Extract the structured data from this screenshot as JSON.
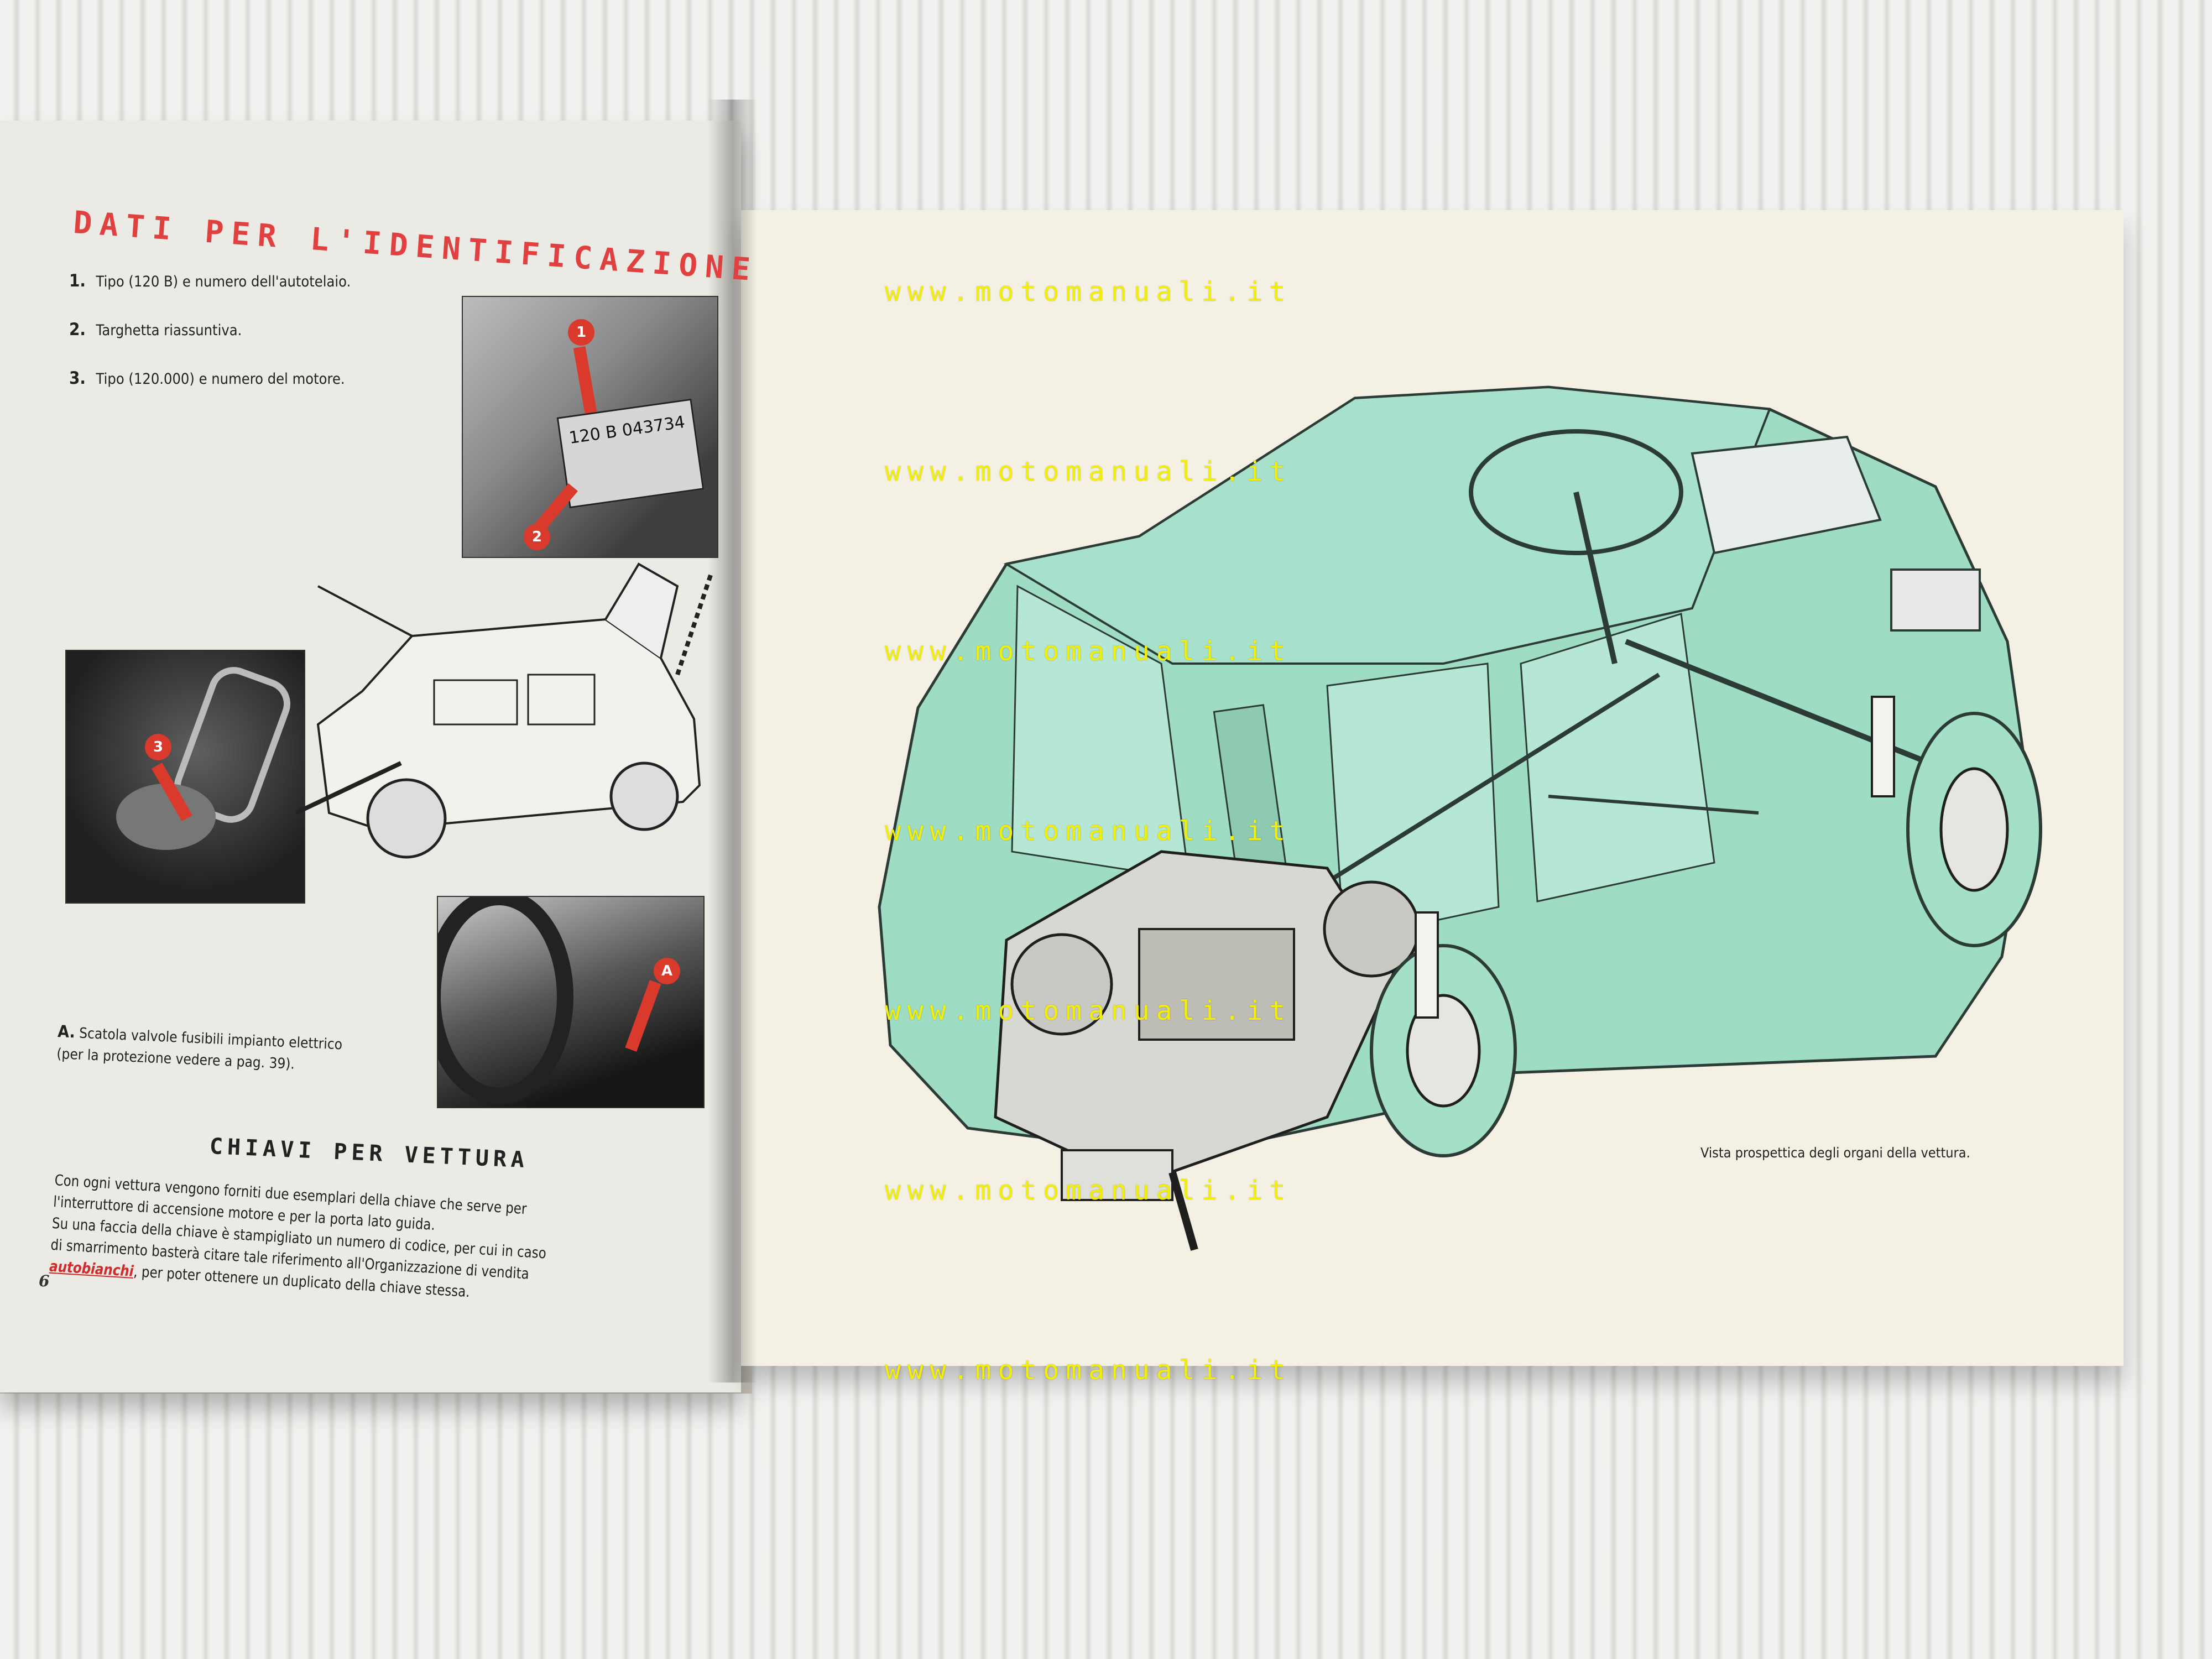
{
  "left_page": {
    "title": "DATI PER L'IDENTIFICAZIONE",
    "items": [
      {
        "num": "1.",
        "text": "Tipo (120 B) e numero dell'autotelaio."
      },
      {
        "num": "2.",
        "text": "Targhetta riassuntiva."
      },
      {
        "num": "3.",
        "text": "Tipo (120.000) e numero del motore."
      }
    ],
    "plate_text": "120 B 043734",
    "badges": [
      "1",
      "2",
      "3",
      "A"
    ],
    "caption_a_label": "A.",
    "caption_a_text": "Scatola valvole fusibili impianto elettrico",
    "caption_a_sub": "(per la protezione vedere a pag. 39).",
    "subheading": "CHIAVI PER VETTURA",
    "body_line1": "Con ogni vettura vengono forniti due esemplari della chiave che serve per",
    "body_line2": "l'interruttore di accensione motore e per la porta lato guida.",
    "body_line3": "Su una faccia della chiave è stampigliato un numero di codice, per cui in caso",
    "body_line4": "di smarrimento basterà citare tale riferimento all'Organizzazione di vendita",
    "brand": "autobianchi",
    "body_line5_after": ", per poter ottenere un duplicato della chiave stessa.",
    "page_number": "6"
  },
  "right_page": {
    "caption": "Vista prospettica degli organi della vettura."
  },
  "watermark": "www.motomanuali.it",
  "colors": {
    "title_red": "#e04040",
    "car_mint": "#9fdcc4",
    "watermark_yellow": "#f2ef00"
  }
}
